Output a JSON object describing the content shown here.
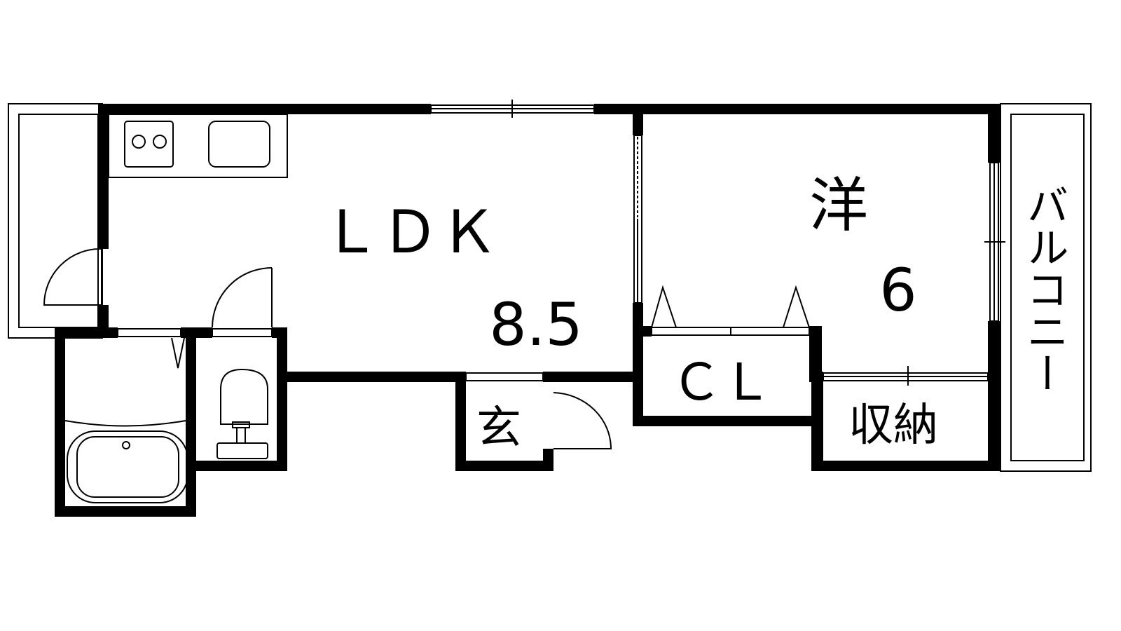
{
  "rooms": {
    "ldk": {
      "label": "ＬＤＫ",
      "size": "8.5"
    },
    "western": {
      "label": "洋",
      "size": "6"
    },
    "closet": {
      "label": "ＣＬ"
    },
    "storage": {
      "label": "収納"
    },
    "entrance": {
      "label": "玄"
    },
    "balcony": {
      "label": "バルコニー"
    }
  },
  "colors": {
    "wall": "#000000",
    "background": "#ffffff"
  }
}
